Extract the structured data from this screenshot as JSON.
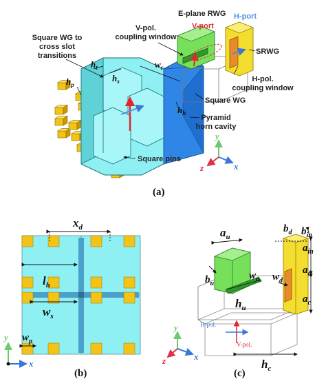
{
  "colors": {
    "pin": "#f2c318",
    "pin_top": "#ffe166",
    "pin_side": "#c99a00",
    "cyan": "#8ef0f2",
    "cyan_dark": "#5fd2d8",
    "horn": "#2f86e6",
    "green": "#76e05a",
    "green_dark": "#2e9a2c",
    "yellow": "#f3de2f",
    "orange": "#e98b2a",
    "red": "#e3262c",
    "blue_arrow": "#4f8fe0",
    "axis_green": "#6fc86f",
    "axis_red": "#e0304a",
    "axis_blue": "#3a78d8"
  },
  "panel_a": {
    "caption": "(a)",
    "labels": {
      "erwg": "E-plane RWG",
      "hport": "H-port",
      "vport": "V-port",
      "vpol_line1": "V-pol.",
      "vpol_line2": "coupling window",
      "transition_line1": "Square WG to",
      "transition_line2": "cross slot",
      "transition_line3": "transitions",
      "srwg": "SRWG",
      "hpol_line1": "H-pol.",
      "hpol_line2": "coupling window",
      "square_wg": "Square WG",
      "horn_line1": "Pyramid",
      "horn_line2": "horn cavity",
      "square_pins": "Square pins"
    },
    "dims": {
      "hp": "h",
      "hp_sub": "p",
      "ht": "h",
      "ht_sub": "t",
      "hs": "h",
      "hs_sub": "s",
      "wc": "w",
      "wc_sub": "c",
      "hh": "h",
      "hh_sub": "h"
    },
    "axes": {
      "y": "y",
      "z": "z",
      "x": "x"
    }
  },
  "panel_b": {
    "caption": "(b)",
    "dims": {
      "xd": "x",
      "xd_sub": "d",
      "lh": "l",
      "lh_sub": "h",
      "ws": "w",
      "ws_sub": "s",
      "wp": "w",
      "wp_sub": "p"
    },
    "axes": {
      "y": "y",
      "x": "x"
    }
  },
  "panel_c": {
    "caption": "(c)",
    "labels": {
      "hpol": "H-pol.",
      "vpol": "V-pol."
    },
    "dims": {
      "au": "a",
      "au_sub": "u",
      "bu": "b",
      "bu_sub": "u",
      "wu": "w",
      "wu_sub": "u",
      "hu": "h",
      "hu_sub": "u",
      "bd": "b",
      "bd_sub": "d",
      "bin": "b",
      "bin_sub": "in",
      "ain": "a",
      "ain_sub": "in",
      "ad": "a",
      "ad_sub": "d",
      "wd": "w",
      "wd_sub": "d",
      "ac": "a",
      "ac_sub": "c",
      "hc": "h",
      "hc_sub": "c"
    },
    "axes": {
      "y": "y",
      "z": "z",
      "x": "x"
    }
  }
}
